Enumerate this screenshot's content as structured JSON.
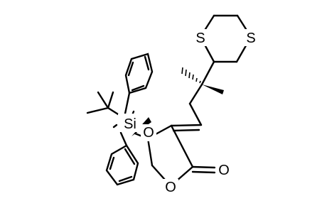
{
  "molecule": {
    "atoms": {
      "sulfur_left": "S",
      "sulfur_right": "S",
      "silicon": "Si",
      "oxygen_silyl_ether": "O",
      "oxygen_ring": "O",
      "oxygen_carbonyl": "O"
    },
    "colors": {
      "ink": "#000000",
      "background": "#ffffff"
    }
  }
}
